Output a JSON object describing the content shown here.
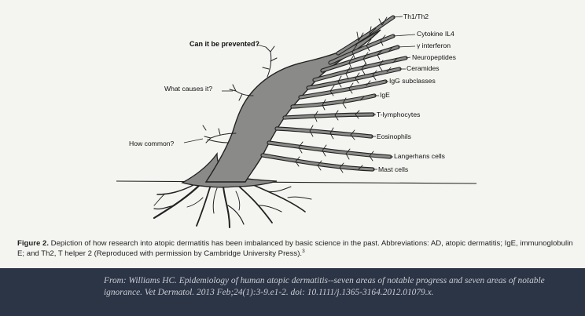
{
  "diagram": {
    "left_labels": [
      {
        "key": "prevent",
        "text": "Can it be prevented?",
        "bold": true
      },
      {
        "key": "causes",
        "text": "What causes it?",
        "bold": false
      },
      {
        "key": "common",
        "text": "How common?",
        "bold": false
      }
    ],
    "right_labels": [
      {
        "key": "th",
        "text": "Th1/Th2"
      },
      {
        "key": "il4",
        "text": "Cytokine IL4"
      },
      {
        "key": "ifn",
        "text": "γ interferon"
      },
      {
        "key": "neuro",
        "text": "Neuropeptides"
      },
      {
        "key": "cer",
        "text": "Ceramides"
      },
      {
        "key": "igg",
        "text": "IgG subclasses"
      },
      {
        "key": "ige",
        "text": "IgE"
      },
      {
        "key": "tlym",
        "text": "T-lymphocytes"
      },
      {
        "key": "eos",
        "text": "Eosinophils"
      },
      {
        "key": "lang",
        "text": "Langerhans cells"
      },
      {
        "key": "mast",
        "text": "Mast cells"
      }
    ]
  },
  "caption": {
    "figure_label": "Figure 2.",
    "text": "Depiction of how research into atopic dermatitis has been imbalanced by basic science in the past. Abbreviations: AD, atopic dermatitis; IgE, immunoglobulin E; and Th2, T helper 2 (Reproduced with permission by Cambridge University Press).",
    "ref": "3"
  },
  "citation": {
    "text": "From: Williams HC. Epidemiology of human atopic dermatitis--seven areas of notable progress and seven areas of notable ignorance. Vet Dermatol. 2013 Feb;24(1):3-9.e1-2. doi: 10.1111/j.1365-3164.2012.01079.x."
  }
}
